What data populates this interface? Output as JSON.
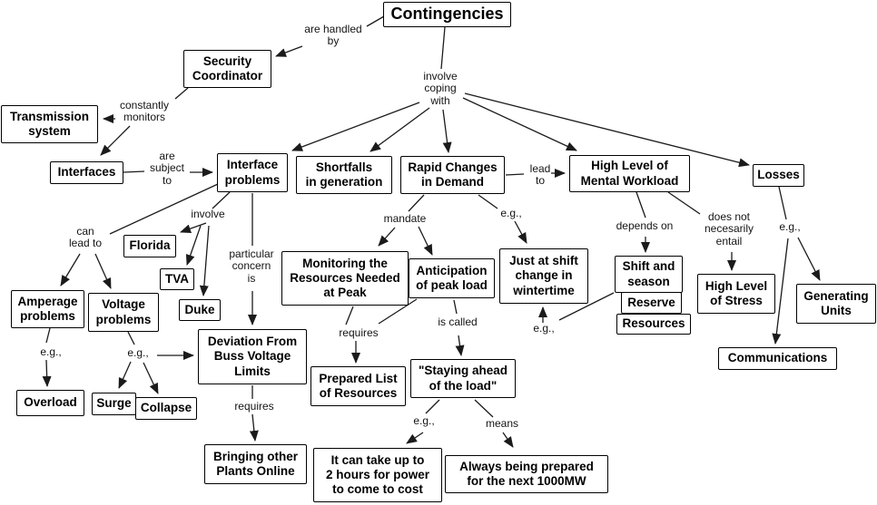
{
  "nodes": {
    "contingencies": "Contingencies",
    "security_coordinator": "Security\nCoordinator",
    "transmission_system": "Transmission\nsystem",
    "interfaces": "Interfaces",
    "interface_problems": "Interface\nproblems",
    "shortfalls": "Shortfalls\nin generation",
    "rapid_changes": "Rapid Changes\nin Demand",
    "mental_workload": "High Level of\nMental Workload",
    "losses": "Losses",
    "florida": "Florida",
    "tva": "TVA",
    "duke": "Duke",
    "amperage_problems": "Amperage\nproblems",
    "voltage_problems": "Voltage\nproblems",
    "deviation": "Deviation From\nBuss Voltage\nLimits",
    "overload": "Overload",
    "surge": "Surge",
    "collapse": "Collapse",
    "bringing_plants": "Bringing other\nPlants Online",
    "monitoring": "Monitoring the\nResources Needed\nat Peak",
    "anticipation": "Anticipation\nof peak load",
    "wintertime": "Just at shift\nchange in\nwintertime",
    "prepared_list": "Prepared List\nof Resources",
    "staying_ahead": "\"Staying ahead\nof the load\"",
    "two_hours": "It can take up to\n2 hours for power\nto come to cost",
    "always_prepared": "Always being prepared\nfor the next 1000MW",
    "shift_and_season": "Shift and\nseason",
    "reserve": "Reserve",
    "resources": "Resources",
    "stress": "High Level\nof Stress",
    "generating_units": "Generating\nUnits",
    "communications": "Communications"
  },
  "labels": {
    "are_handled_by": "are handled\nby",
    "involve_coping_with": "involve\ncoping\nwith",
    "constantly_monitors": "constantly\nmonitors",
    "are_subject_to": "are\nsubject\nto",
    "can_lead_to": "can\nlead  to",
    "involve": "involve",
    "particular_concern_is": "particular\nconcern\nis",
    "eg_amperage": "e.g.,",
    "eg_voltage": "e.g.,",
    "requires_deviation": "requires",
    "requires_monitoring": "requires",
    "mandate": "mandate",
    "eg_rapid": "e.g.,",
    "lead_to": "lead\nto",
    "depends_on": "depends on",
    "not_necessarily_entail": "does not\nnecesarily\nentail",
    "eg_losses": "e.g.,",
    "is_called": "is called",
    "eg_wintertime": "e.g.,",
    "eg_staying": "e.g.,",
    "means": "means"
  },
  "colors": {
    "line": "#1b1b1b",
    "box_border": "#000000",
    "background": "#ffffff"
  }
}
